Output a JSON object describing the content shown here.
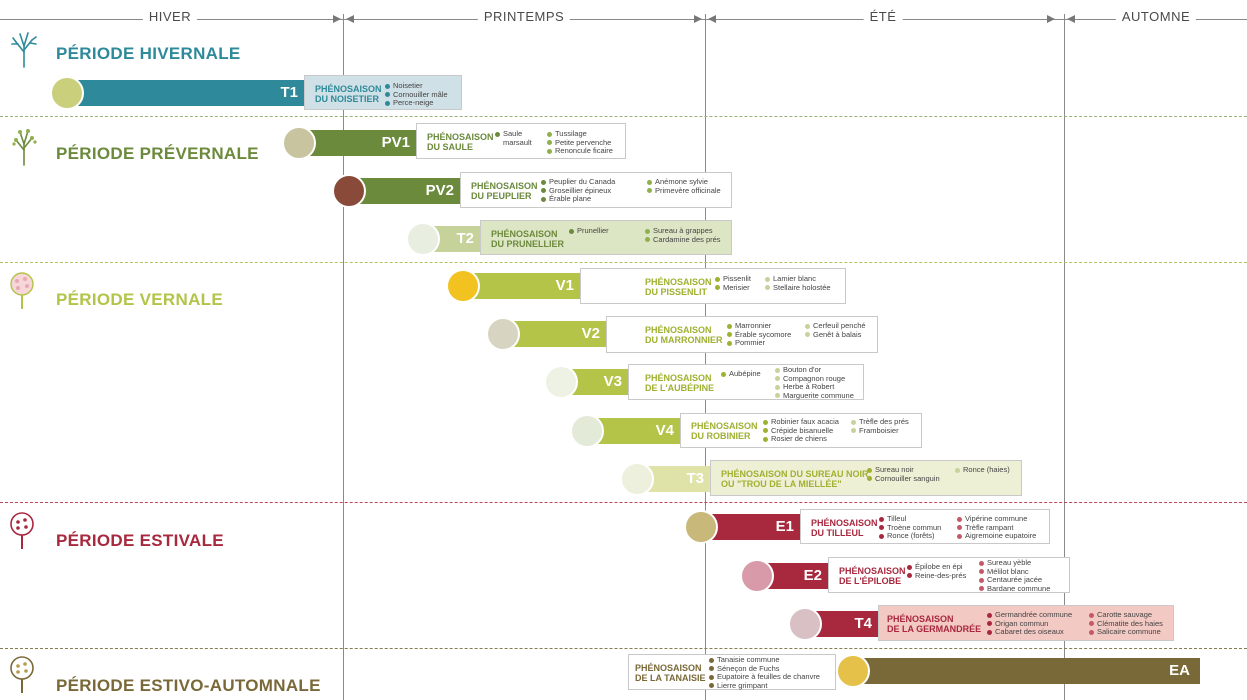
{
  "seasons": {
    "hiver": "HIVER",
    "printemps": "PRINTEMPS",
    "ete": "ÉTÉ",
    "automne": "AUTOMNE"
  },
  "periods": {
    "hivernale": "PÉRIODE HIVERNALE",
    "prevernale": "PÉRIODE PRÉVERNALE",
    "vernale": "PÉRIODE VERNALE",
    "estivale": "PÉRIODE ESTIVALE",
    "estivo": "PÉRIODE ESTIVO-AUTOMNALE"
  },
  "colors": {
    "teal": "#2e8a9a",
    "green_dark": "#6b8a3c",
    "green_pale": "#c5d39a",
    "lime": "#b3c448",
    "olive_pale": "#dfe3a8",
    "crimson": "#a8283e",
    "rose_pale": "#f3c9c3",
    "brown": "#7a6938"
  },
  "pheno": {
    "t1": {
      "code": "T1",
      "title1": "PHÉNOSAISON",
      "title2": "DU NOISETIER",
      "c1": [
        "Noisetier",
        "Cornouiller mâle",
        "Perce-neige"
      ]
    },
    "pv1": {
      "code": "PV1",
      "title1": "PHÉNOSAISON",
      "title2": "DU SAULE",
      "c1": [
        "Saule",
        "marsault"
      ],
      "c2": [
        "Tussilage",
        "Petite pervenche",
        "Renoncule ficaire"
      ]
    },
    "pv2": {
      "code": "PV2",
      "title1": "PHÉNOSAISON",
      "title2": "DU PEUPLIER",
      "c1": [
        "Peuplier du Canada",
        "Groseillier épineux",
        "Érable plane"
      ],
      "c2": [
        "Anémone sylvie",
        "Primevère officinale"
      ]
    },
    "t2": {
      "code": "T2",
      "title1": "PHÉNOSAISON",
      "title2": "DU PRUNELLIER",
      "c1": [
        "Prunellier"
      ],
      "c2": [
        "Sureau à grappes",
        "Cardamine des prés"
      ]
    },
    "v1": {
      "code": "V1",
      "title1": "PHÉNOSAISON",
      "title2": "DU PISSENLIT",
      "c1": [
        "Pissenlit",
        "Merisier"
      ],
      "c2": [
        "Lamier blanc",
        "Stellaire holostée"
      ]
    },
    "v2": {
      "code": "V2",
      "title1": "PHÉNOSAISON",
      "title2": "DU MARRONNIER",
      "c1": [
        "Marronnier",
        "Érable sycomore",
        "Pommier"
      ],
      "c2": [
        "Cerfeuil penché",
        "Genêt à balais"
      ]
    },
    "v3": {
      "code": "V3",
      "title1": "PHÉNOSAISON",
      "title2": "DE L'AUBÉPINE",
      "c1": [
        "Aubépine"
      ],
      "c2": [
        "Bouton d'or",
        "Compagnon rouge",
        "Herbe à Robert",
        "Marguerite commune"
      ]
    },
    "v4": {
      "code": "V4",
      "title1": "PHÉNOSAISON",
      "title2": "DU ROBINIER",
      "c1": [
        "Robinier faux acacia",
        "Crépide bisanuelle",
        "Rosier de chiens"
      ],
      "c2": [
        "Trèfle des prés",
        "Framboisier"
      ]
    },
    "t3": {
      "code": "T3",
      "title1": "PHÉNOSAISON DU SUREAU NOIR",
      "title2": "OU \"TROU DE LA MIELLÉE\"",
      "c1": [
        "Sureau noir",
        "Cornouiller sanguin"
      ],
      "c2": [
        "Ronce (haies)"
      ]
    },
    "e1": {
      "code": "E1",
      "title1": "PHÉNOSAISON",
      "title2": "DU TILLEUL",
      "c1": [
        "Tilleul",
        "Troène commun",
        "Ronce (forêts)"
      ],
      "c2": [
        "Vipérine commune",
        "Trèfle rampant",
        "Aigremoine eupatoire"
      ]
    },
    "e2": {
      "code": "E2",
      "title1": "PHÉNOSAISON",
      "title2": "DE L'ÉPILOBE",
      "c1": [
        "Épilobe en épi",
        "Reine-des-prés"
      ],
      "c2": [
        "Sureau yèble",
        "Mélilot blanc",
        "Centaurée jacée",
        "Bardane commune"
      ]
    },
    "t4": {
      "code": "T4",
      "title1": "PHÉNOSAISON",
      "title2": "DE LA GERMANDRÉE",
      "c1": [
        "Germandrée commune",
        "Origan commun",
        "Cabaret des oiseaux"
      ],
      "c2": [
        "Carotte sauvage",
        "Clématite des haies",
        "Salicaire commune"
      ]
    },
    "ea": {
      "code": "EA",
      "title1": "PHÉNOSAISON",
      "title2": "DE LA TANAISIE",
      "c1": [
        "Tanaisie commune",
        "Séneçon de Fuchs",
        "Eupatoire à feuilles de chanvre",
        "Lierre grimpant"
      ]
    }
  }
}
